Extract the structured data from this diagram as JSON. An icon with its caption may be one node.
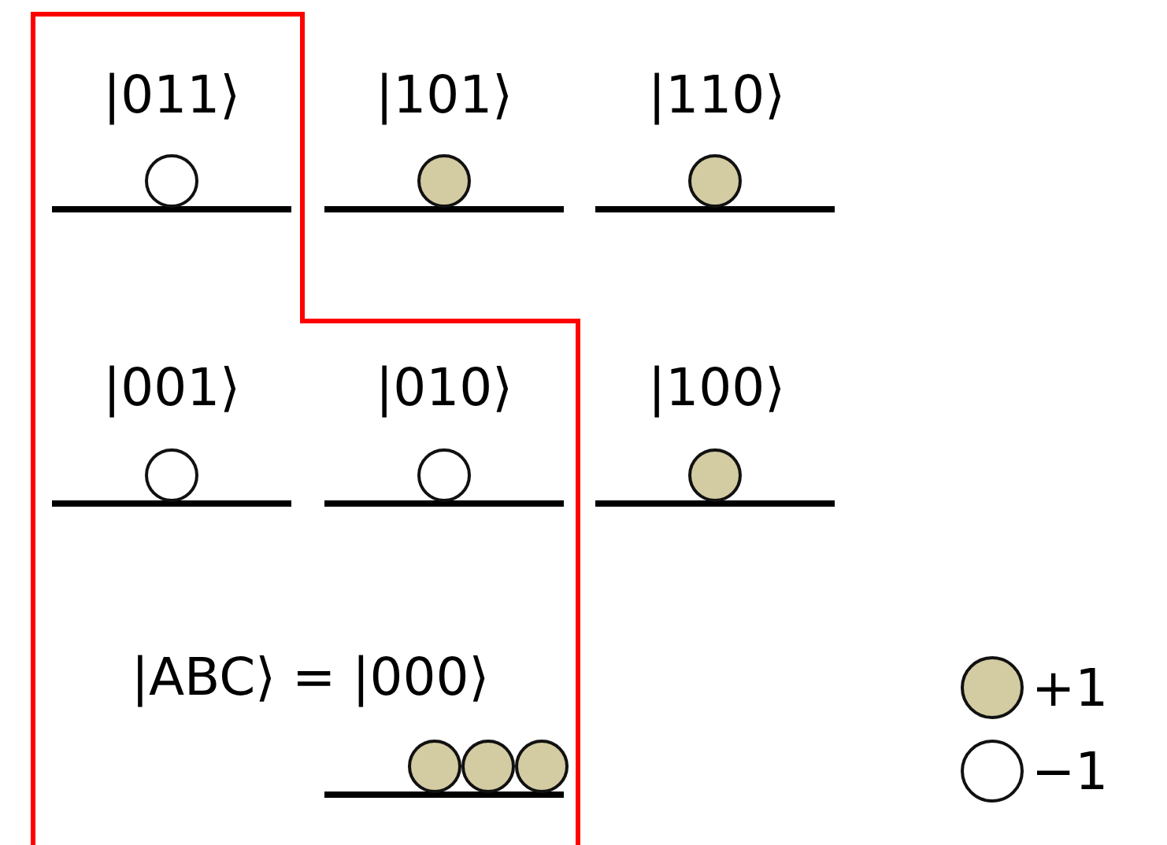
{
  "diagram": {
    "labels": [
      "|011⟩",
      "|101⟩",
      "|110⟩",
      "|001⟩",
      "|010⟩",
      "|100⟩",
      "|ABC⟩ = |000⟩"
    ],
    "legend": [
      {
        "text": "+1",
        "color": "#d3cba2"
      },
      {
        "text": "−1",
        "color": "#ffffff"
      }
    ]
  }
}
